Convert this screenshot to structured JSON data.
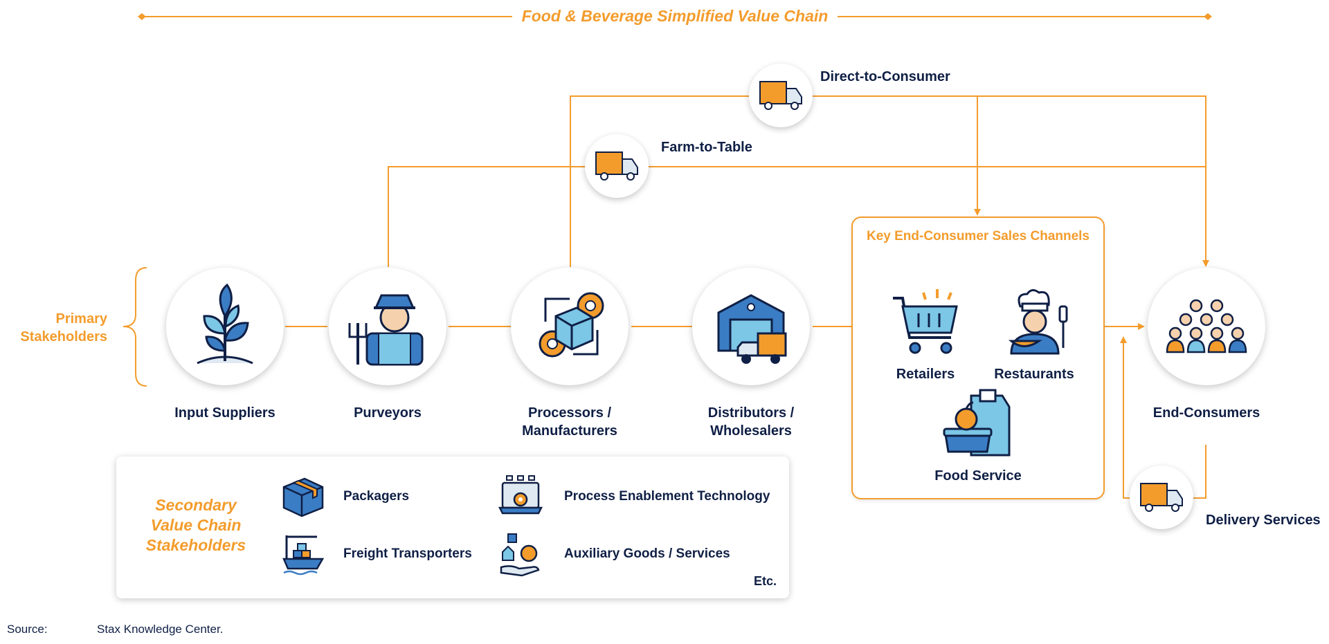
{
  "title": "Food & Beverage Simplified Value Chain",
  "primary_label": "Primary Stakeholders",
  "nodes": {
    "input_suppliers": "Input Suppliers",
    "purveyors": "Purveyors",
    "processors": "Processors / Manufacturers",
    "distributors": "Distributors / Wholesalers",
    "end_consumers": "End-Consumers"
  },
  "paths": {
    "direct_to_consumer": "Direct-to-Consumer",
    "farm_to_table": "Farm-to-Table",
    "delivery_services": "Delivery Services"
  },
  "key_channels": {
    "title": "Key End-Consumer Sales Channels",
    "retailers": "Retailers",
    "restaurants": "Restaurants",
    "food_service": "Food Service"
  },
  "secondary": {
    "title": "Secondary Value Chain Stakeholders",
    "packagers": "Packagers",
    "freight": "Freight Transporters",
    "process_tech": "Process Enablement Technology",
    "auxiliary": "Auxiliary Goods / Services",
    "etc": "Etc."
  },
  "source": {
    "label": "Source:",
    "text": "Stax Knowledge Center."
  },
  "colors": {
    "accent": "#f39c2c",
    "navy": "#0f1f45",
    "blue": "#3b7dc4",
    "light_blue": "#7cc6e6"
  }
}
